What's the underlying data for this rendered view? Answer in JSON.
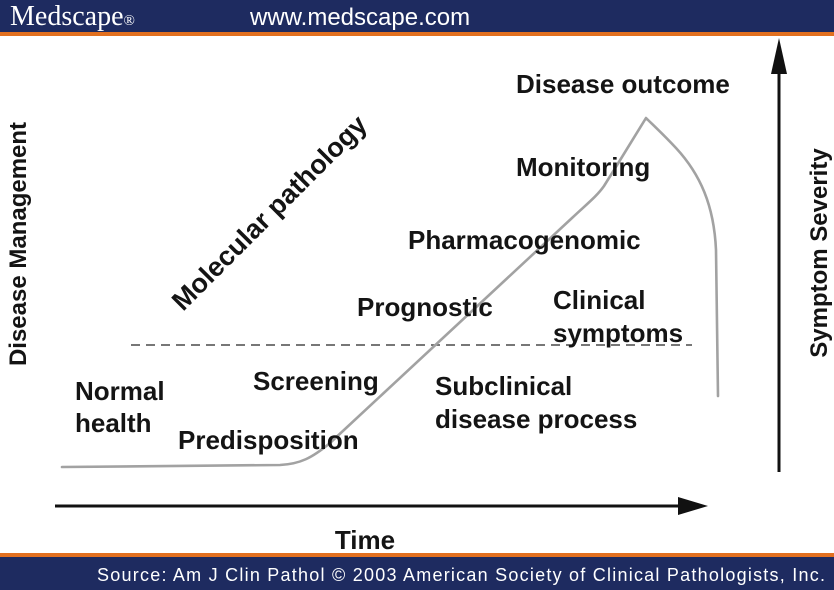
{
  "header": {
    "logo": "Medscape",
    "logo_mark": "®",
    "url": "www.medscape.com"
  },
  "axes": {
    "left_title": "Disease Management",
    "right_title": "Symptom Severity",
    "bottom_title": "Time"
  },
  "labels": {
    "disease_outcome": "Disease outcome",
    "monitoring": "Monitoring",
    "pharmacogenomic": "Pharmacogenomic",
    "molecular_pathology": "Molecular pathology",
    "prognostic": "Prognostic",
    "clinical_symptoms": [
      "Clinical",
      "symptoms"
    ],
    "normal_health": [
      "Normal",
      "health"
    ],
    "screening": "Screening",
    "subclinical_disease_process": [
      "Subclinical",
      "disease process"
    ],
    "predisposition": "Predisposition"
  },
  "footer": {
    "source": "Source: Am J Clin Pathol © 2003 American Society of Clinical Pathologists, Inc."
  },
  "colors": {
    "header_bg": "#1e2b60",
    "accent": "#e2701f",
    "text": "#141414",
    "curve": "#a2a2a2",
    "dash": "#4a4a4a",
    "arrow": "#111111"
  }
}
